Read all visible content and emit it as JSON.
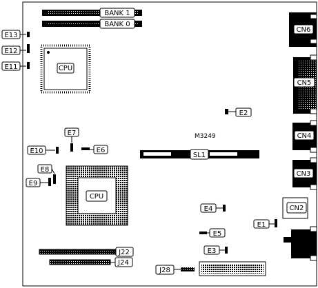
{
  "board_label": "M3249",
  "memory": {
    "bank1": "BANK 1",
    "bank0": "BANK 0"
  },
  "chips": {
    "cpu_upper": "CPU",
    "cpu_lower": "CPU"
  },
  "slot": {
    "sl1": "SL1"
  },
  "jumpers": {
    "e1": "E1",
    "e2": "E2",
    "e3": "E3",
    "e4": "E4",
    "e5": "E5",
    "e6": "E6",
    "e7": "E7",
    "e8": "E8",
    "e9": "E9",
    "e10": "E10",
    "e11": "E11",
    "e12": "E12",
    "e13": "E13"
  },
  "connectors": {
    "cn2": "CN2",
    "cn3": "CN3",
    "cn4": "CN4",
    "cn5": "CN5",
    "cn6": "CN6",
    "j22": "J22",
    "j24": "J24",
    "j28": "J28"
  }
}
